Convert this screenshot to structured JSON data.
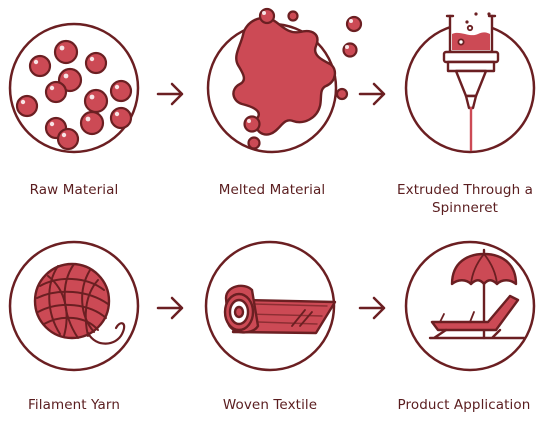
{
  "colors": {
    "stroke": "#6b1f22",
    "fill": "#cc4a55",
    "label": "#5a1d1f",
    "background": "#ffffff"
  },
  "steps": [
    {
      "label": "Raw Material",
      "icon": "pellets-icon"
    },
    {
      "label": "Melted Material",
      "icon": "melt-splash-icon"
    },
    {
      "label": "Extruded Through a Spinneret",
      "icon": "spinneret-icon"
    },
    {
      "label": "Filament Yarn",
      "icon": "yarn-ball-icon"
    },
    {
      "label": "Woven Textile",
      "icon": "fabric-roll-icon"
    },
    {
      "label": "Product Application",
      "icon": "sunlounger-umbrella-icon"
    }
  ],
  "arrows": [
    "arrow-right-icon",
    "arrow-right-icon",
    "arrow-right-icon",
    "arrow-right-icon"
  ]
}
